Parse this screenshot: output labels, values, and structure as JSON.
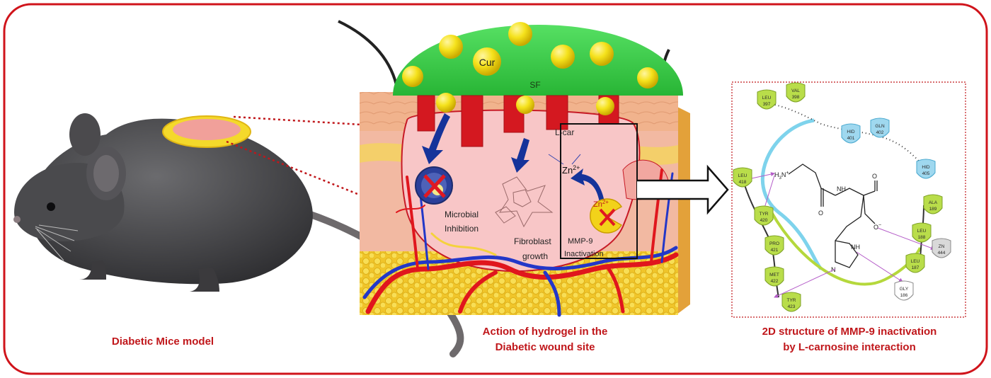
{
  "captions": {
    "left": "Diabetic Mice model",
    "middle_line1": "Action of hydrogel in the",
    "middle_line2": "Diabetic wound site",
    "right_line1": "2D structure of MMP-9 inactivation",
    "right_line2": "by L-carnosine interaction"
  },
  "hydrogel": {
    "cur_label": "Cur",
    "sf_label": "SF",
    "lcar_label": "L-car"
  },
  "wound": {
    "zn_label": "Zn",
    "zn_sup": "2+",
    "zn2_label": "Zn",
    "zn2_sup": "2+",
    "microbial_line1": "Microbial",
    "microbial_line2": "Inhibition",
    "fibro_line1": "Fibroblast",
    "fibro_line2": "growth",
    "mmp_line1": "MMP-9",
    "mmp_line2": "Inactivation"
  },
  "residues": {
    "leu397": [
      "LEU",
      "397"
    ],
    "val398": [
      "VAL",
      "398"
    ],
    "hid401": [
      "HID",
      "401"
    ],
    "gln402": [
      "GLN",
      "402"
    ],
    "hid405": [
      "HID",
      "405"
    ],
    "leu418": [
      "LEU",
      "418"
    ],
    "tyr420": [
      "TYR",
      "420"
    ],
    "pro421": [
      "PRO",
      "421"
    ],
    "met422": [
      "MET",
      "422"
    ],
    "tyr423": [
      "TYR",
      "423"
    ],
    "ala189": [
      "ALA",
      "189"
    ],
    "leu188": [
      "LEU",
      "188"
    ],
    "zn444": [
      "ZN",
      "444"
    ],
    "leu187": [
      "LEU",
      "187"
    ],
    "gly186": [
      "GLY",
      "186"
    ]
  },
  "molecule": {
    "h3n": "H",
    "h3n_sub": "3",
    "h3n_n": "N",
    "h3n_sup": "+",
    "o1": "O",
    "nh1": "NH",
    "o2": "O",
    "o3": "O",
    "o3_sup": "−",
    "nh2": "NH",
    "n": "N"
  },
  "colors": {
    "border": "#d0141b",
    "caption": "#c0171b",
    "hydrogel": "#3fd14b",
    "cur_bead": "#f5e21c",
    "skin_top": "#f2b08a",
    "wound": "#f7c2c5",
    "fat": "#f4d23c",
    "vessel_red": "#e0161d",
    "vessel_blue": "#2337c8",
    "arrow_blue": "#15339a",
    "residue_green": "#b9dd4a",
    "residue_blue": "#9fd8ef"
  }
}
